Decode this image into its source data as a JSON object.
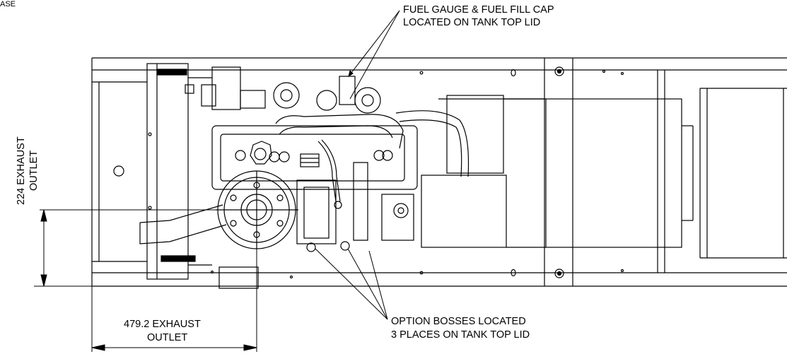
{
  "corner_text": "ASE",
  "labels": {
    "fuel_gauge_line1": "FUEL GAUGE & FUEL FILL CAP",
    "fuel_gauge_line2": "LOCATED ON TANK TOP LID",
    "option_bosses_line1": "OPTION BOSSES LOCATED",
    "option_bosses_line2": "3 PLACES ON TANK TOP LID"
  },
  "dimensions": {
    "vertical": {
      "value_text": "224 EXHAUST",
      "sub_text": "OUTLET"
    },
    "horizontal": {
      "value_text": "479.2 EXHAUST",
      "sub_text": "OUTLET"
    }
  }
}
